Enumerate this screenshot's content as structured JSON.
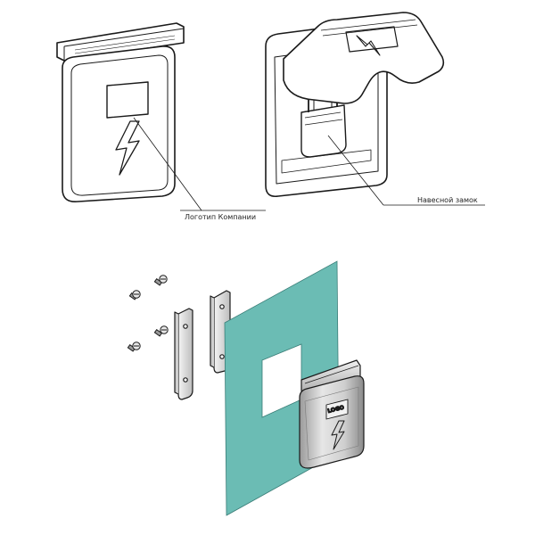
{
  "callouts": {
    "company_logo": "Логотип Компании",
    "padlock": "Навесной замок"
  },
  "cover_logo": "LOGO",
  "colors": {
    "panel": "#6bbcb4",
    "outline": "#1a1a1a",
    "cover_shade": "#d4d4d4"
  }
}
